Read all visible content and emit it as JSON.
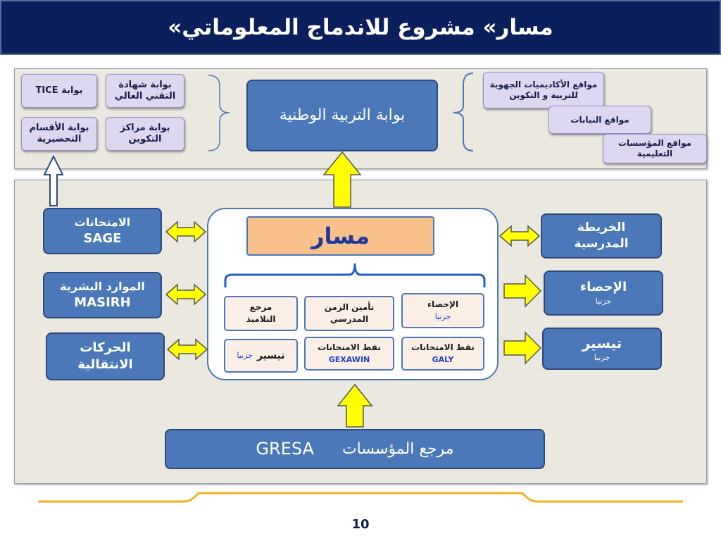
{
  "title": "مسار» مشروع للاندماج المعلوماتي»",
  "top_panel": {
    "left_portals": [
      {
        "id": "tice",
        "label": "بوابة TICE"
      },
      {
        "id": "technician",
        "label": "بوابة شهادة التقني العالي"
      },
      {
        "id": "prep",
        "label": "بوابة الأقسام التحضيرية"
      },
      {
        "id": "training",
        "label": "بوابة مراكز التكوين"
      }
    ],
    "main_portal": "بوابة التربية الوطنية",
    "right_sites": [
      {
        "id": "academies",
        "label": "مواقع  الأكاديميات الجهوية للتربية و التكوين"
      },
      {
        "id": "delegations",
        "label": "مواقع  النيابات"
      },
      {
        "id": "schools",
        "label": "مواقع المؤسسات التعليمية"
      }
    ]
  },
  "left_systems": {
    "exams": {
      "line1": "الامتحانات",
      "line2": "SAGE"
    },
    "hr": {
      "line1": "الموارد البشرية",
      "line2": "MASIRH"
    },
    "mobility": {
      "line1": "الحركات",
      "line2": "الانتقالية"
    }
  },
  "right_systems": {
    "map": {
      "line1": "الخريطة",
      "line2": "المدرسية"
    },
    "stats": {
      "line1": "الإحصاء",
      "line2": "جزنيا"
    },
    "taysir": {
      "line1": "تيسير",
      "line2": "جزنيا"
    }
  },
  "center": {
    "masar": "مسار",
    "modules": {
      "stats": {
        "line1": "الإحصاء",
        "line2": "جزنيا"
      },
      "time": {
        "line1": "تأمين الزمن",
        "line2": "المدرسي"
      },
      "students": {
        "line1": "مرجع",
        "line2": "التلاميذ"
      },
      "galy": {
        "line1": "نقط الامتحانات",
        "line2": "GALY"
      },
      "gexawin": {
        "line1": "نقط الامتحانات",
        "line2": "GEXAWIN"
      },
      "taysir": {
        "main": "تيسير",
        "sub": "جزنيا"
      }
    }
  },
  "bottom": {
    "arabic": "مرجع المؤسسات",
    "latin": "GRESA"
  },
  "page_number": "10",
  "colors": {
    "title_bg": "#0a1f5c",
    "box_blue": "#4a78b8",
    "arrow_yellow": "#ffff00",
    "masar_orange": "#f8c08a",
    "line_gold": "#f2b01e"
  }
}
